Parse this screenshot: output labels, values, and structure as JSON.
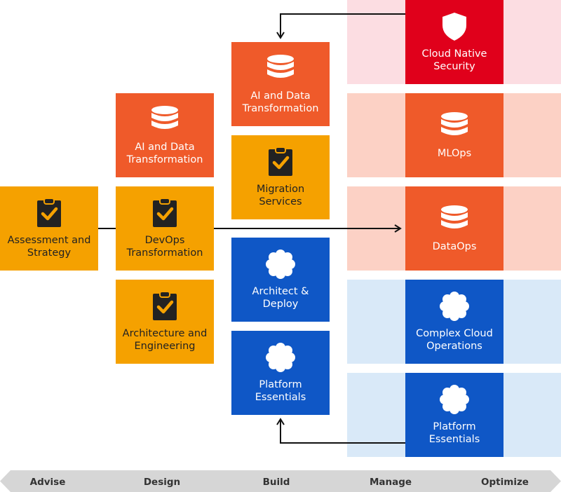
{
  "icons": {
    "db": "database-icon",
    "clipboard": "clipboard-check-icon",
    "cloud": "cloud-icon",
    "shield": "shield-icon"
  },
  "colors": {
    "yellow": "#f5a100",
    "orange": "#ef5a2a",
    "red": "#e0001b",
    "blue": "#0f57c6"
  },
  "advise": {
    "assessment": "Assessment and Strategy"
  },
  "design": {
    "ai_data": "AI and Data Transformation",
    "devops": "DevOps Transformation",
    "architecture": "Architecture and Engineering"
  },
  "build": {
    "ai_data": "AI and Data Transformation",
    "migration": "Migration Services",
    "architect_deploy": "Architect & Deploy",
    "platform": "Platform Essentials"
  },
  "manage": {
    "security": "Cloud Native Security",
    "mlops": "MLOps",
    "dataops": "DataOps",
    "complex_ops": "Complex Cloud Operations",
    "platform": "Platform Essentials"
  },
  "axis": {
    "stages": [
      "Advise",
      "Design",
      "Build",
      "Manage",
      "Optimize"
    ]
  }
}
